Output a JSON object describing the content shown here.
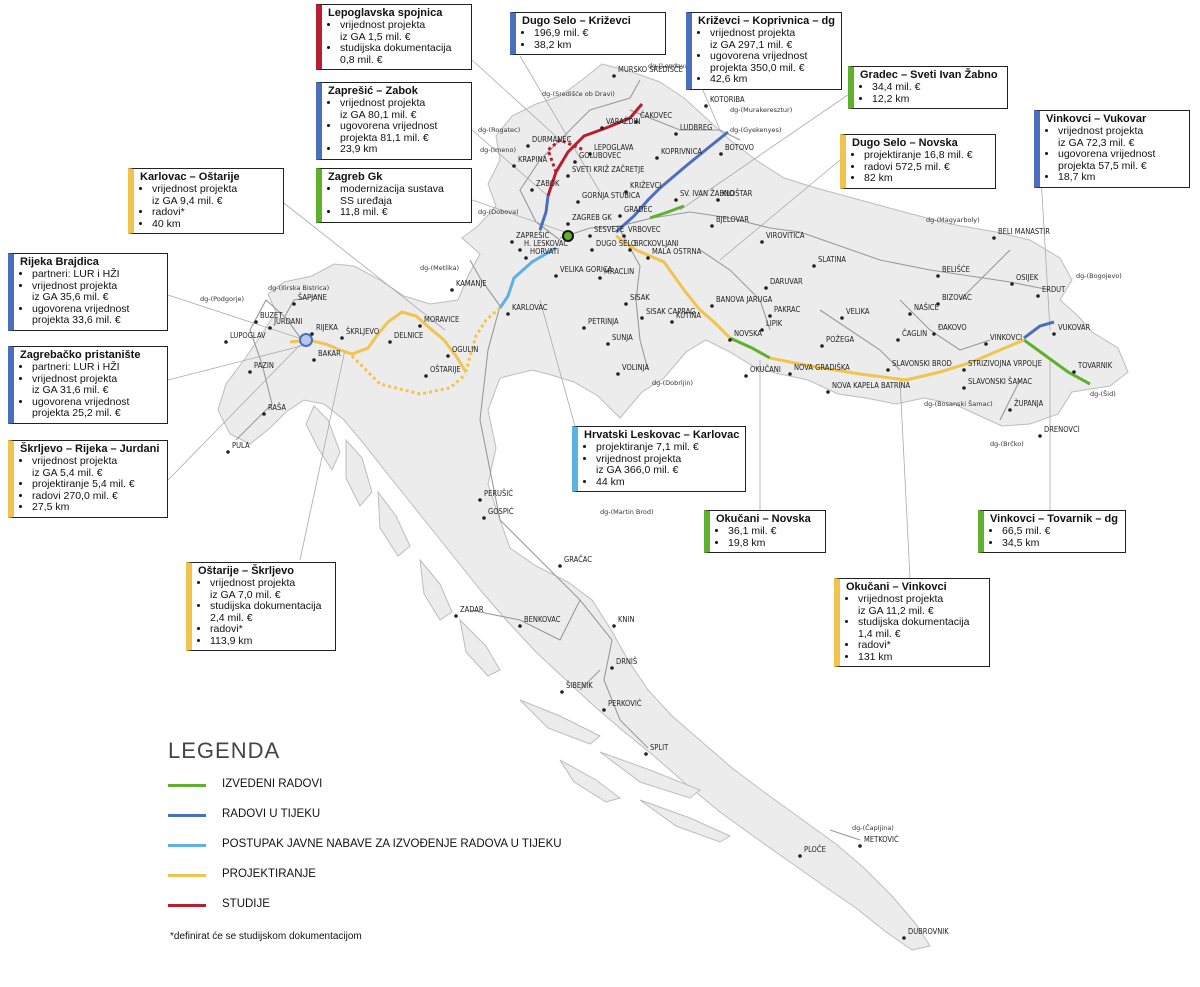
{
  "legend": {
    "title": "LEGENDA",
    "items": [
      {
        "label": "IZVEDENI RADOVI",
        "color": "#5fb02c"
      },
      {
        "label": "RADOVI U TIJEKU",
        "color": "#4a6fc0"
      },
      {
        "label": "POSTUPAK JAVNE NABAVE ZA IZVOĐENJE RADOVA U TIJEKU",
        "color": "#5cb1e6"
      },
      {
        "label": "PROJEKTIRANJE",
        "color": "#f2c44f"
      },
      {
        "label": "STUDIJE",
        "color": "#b81e2f"
      }
    ]
  },
  "footnote": "*definirat će se studijskom dokumentacijom",
  "projects": [
    {
      "title": "Lepoglavska spojnica",
      "status": "studije",
      "bullets": [
        "vrijednost projekta\niz GA 1,5 mil. €",
        "studijska dokumentacija\n0,8 mil. €"
      ]
    },
    {
      "title": "Dugo Selo – Križevci",
      "status": "radovi",
      "bullets": [
        "196,9 mil. €",
        "38,2 km"
      ]
    },
    {
      "title": "Križevci – Koprivnica – dg",
      "status": "radovi",
      "bullets": [
        "vrijednost projekta\niz GA 297,1 mil. €",
        "ugovorena vrijednost\nprojekta 350,0 mil. €",
        "42,6 km"
      ]
    },
    {
      "title": "Gradec – Sveti Ivan Žabno",
      "status": "izvedeni",
      "bullets": [
        "34,4 mil. €",
        "12,2 km"
      ]
    },
    {
      "title": "Zaprešić – Zabok",
      "status": "radovi",
      "bullets": [
        "vrijednost projekta\niz GA 80,1 mil. €",
        "ugovorena vrijednost\nprojekta 81,1 mil. €",
        "23,9 km"
      ]
    },
    {
      "title": "Zagreb Gk",
      "status": "izvedeni",
      "bullets": [
        "modernizacija sustava\nSS uređaja",
        "11,8 mil. €"
      ]
    },
    {
      "title": "Dugo Selo – Novska",
      "status": "projektiranje",
      "bullets": [
        "projektiranje 16,8 mil. €",
        "radovi 572,5 mil. €",
        "82 km"
      ]
    },
    {
      "title": "Vinkovci – Vukovar",
      "status": "radovi",
      "bullets": [
        "vrijednost projekta\niz GA 72,3 mil. €",
        "ugovorena vrijednost\nprojekta 57,5 mil. €",
        "18,7 km"
      ]
    },
    {
      "title": "Karlovac – Oštarije",
      "status": "projektiranje",
      "bullets": [
        "vrijednost projekta\niz GA 9,4 mil. €",
        "radovi*",
        "40 km"
      ]
    },
    {
      "title": "Rijeka Brajdica",
      "status": "radovi",
      "bullets": [
        "partneri: LUR i HŽI",
        "vrijednost projekta\niz GA 35,6 mil. €",
        "ugovorena vrijednost\nprojekta 33,6 mil. €"
      ]
    },
    {
      "title": "Zagrebačko pristanište",
      "status": "radovi",
      "bullets": [
        "partneri: LUR i HŽI",
        "vrijednost projekta\niz GA 31,6 mil. €",
        "ugovorena vrijednost\nprojekta 25,2 mil. €"
      ]
    },
    {
      "title": "Škrljevo – Rijeka – Jurdani",
      "status": "projektiranje",
      "bullets": [
        "vrijednost projekta\niz GA 5,4 mil. €",
        "projektiranje 5,4 mil. €",
        "radovi 270,0 mil. €",
        "27,5 km"
      ]
    },
    {
      "title": "Hrvatski Leskovac – Karlovac",
      "status": "nabava",
      "bullets": [
        "projektiranje 7,1 mil. €",
        "vrijednost projekta\niz GA 366,0 mil. €",
        "44 km"
      ]
    },
    {
      "title": "Okučani – Novska",
      "status": "izvedeni",
      "bullets": [
        "36,1 mil. €",
        "19,8 km"
      ]
    },
    {
      "title": "Vinkovci – Tovarnik – dg",
      "status": "izvedeni",
      "bullets": [
        "66,5 mil. €",
        "34,5 km"
      ]
    },
    {
      "title": "Oštarije – Škrljevo",
      "status": "projektiranje",
      "bullets": [
        "vrijednost projekta\niz GA 7,0 mil. €",
        "studijska dokumentacija\n2,4 mil. €",
        "radovi*",
        "113,9 km"
      ]
    },
    {
      "title": "Okučani – Vinkovci",
      "status": "projektiranje",
      "bullets": [
        "vrijednost projekta\niz GA 11,2 mil. €",
        "studijska dokumentacija\n1,4 mil. €",
        "radovi*",
        "131 km"
      ]
    }
  ],
  "places": [
    "MURSKO SREDIŠĆE",
    "ČAKOVEC",
    "VARAŽDIN",
    "KOTORIBA",
    "LUDBREG",
    "KOPRIVNICA",
    "BOTOVO",
    "DURMANEC",
    "KRAPINA",
    "LEPOGLAVA",
    "GOLUBOVEC",
    "SVETI KRIŽ ZAČRETJE",
    "ZABOK",
    "GORNJA STUBICA",
    "KRIŽEVCI",
    "SV. IVAN ŽABNO",
    "KLOŠTAR",
    "GRADEC",
    "VRBOVEC",
    "BJELOVAR",
    "ZAPREŠIĆ",
    "ZAGREB GK",
    "SESVETE",
    "H. LESKOVAC",
    "HORVATI",
    "DUGO SELO",
    "BRCKOVLJANI",
    "MALA OSTRNA",
    "VIROVITICA",
    "SLATINA",
    "BELI MANASTIR",
    "BELIŠĆE",
    "BIZOVAC",
    "OSIJEK",
    "ERDUT",
    "VELIKA GORICA",
    "MRACLIN",
    "KAMANJE",
    "KARLOVAC",
    "SISAK",
    "SISAK CAPRAG",
    "PETRINJA",
    "KUTINA",
    "BANOVA JARUGA",
    "DARUVAR",
    "PAKRAC",
    "LIPIK",
    "VELIKA",
    "NAŠICE",
    "ČAGLIN",
    "ĐAKOVO",
    "VUKOVAR",
    "VINKOVCI",
    "TOVARNIK",
    "NOVSKA",
    "OKUČANI",
    "NOVA GRADIŠKA",
    "POŽEGA",
    "SLAVONSKI BROD",
    "NOVA KAPELA BATRINA",
    "STRIZIVOJNA VRPOLJE",
    "SLAVONSKI ŠAMAC",
    "ŽUPANJA",
    "DRENOVCI",
    "SUNJA",
    "VOLINJA",
    "BUZET",
    "ŠAPJANE",
    "JURDANI",
    "RIJEKA",
    "BAKAR",
    "ŠKRLJEVO",
    "DELNICE",
    "MORAVICE",
    "OGULIN",
    "OŠTARIJE",
    "LUPOGLAV",
    "PAZIN",
    "RAŠA",
    "PULA",
    "PERUŠIĆ",
    "GOSPIĆ",
    "GRAČAC",
    "KNIN",
    "DRNIŠ",
    "ZADAR",
    "BENKOVAC",
    "ŠIBENIK",
    "PERKOVIĆ",
    "SPLIT",
    "PLOČE",
    "METKOVIĆ",
    "DUBROVNIK"
  ],
  "borders": [
    "dg-(Lendava)",
    "dg-(Središće ob Dravi)",
    "dg-(Murakeresztur)",
    "dg-(Gyekenyes)",
    "dg-(Rogatec)",
    "dg-(Imeno)",
    "dg-(Dobova)",
    "dg-(Metlika)",
    "dg-(Ilirska Bistrica)",
    "dg-(Podgorje)",
    "dg-(Magyarboly)",
    "dg-(Bogojevo)",
    "dg-(Šid)",
    "dg-(Bosanski Šamac)",
    "dg-(Brčko)",
    "dg-(Dobrljin)",
    "dg-(Martin Brod)",
    "dg-(Čapljina)"
  ]
}
